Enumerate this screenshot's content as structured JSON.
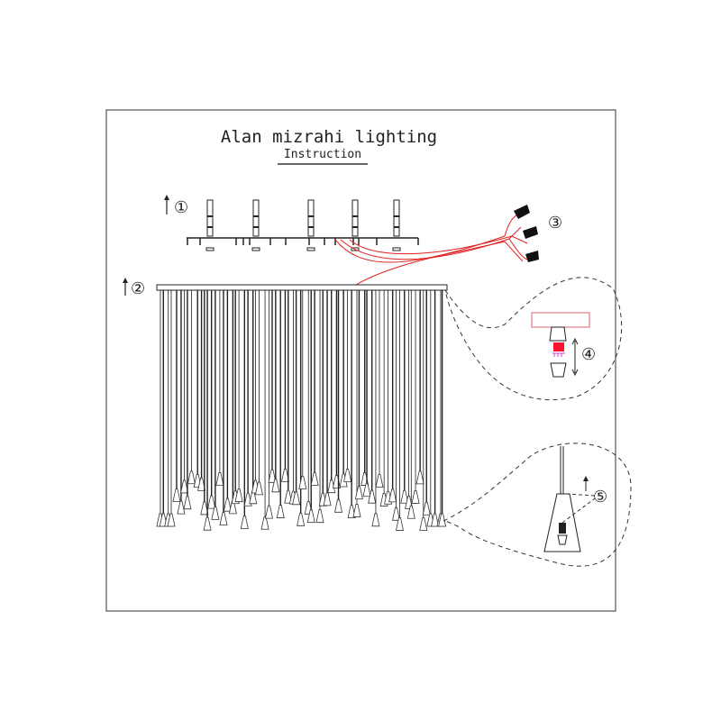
{
  "title": "Alan mizrahi lighting",
  "subtitle": "Instruction",
  "steps": [
    "①",
    "②",
    "③",
    "④",
    "⑤"
  ],
  "colors": {
    "wire": "#e02020",
    "line": "#222222",
    "highlight": "#ff1030",
    "frame": "#555555"
  },
  "rod_count": 72
}
